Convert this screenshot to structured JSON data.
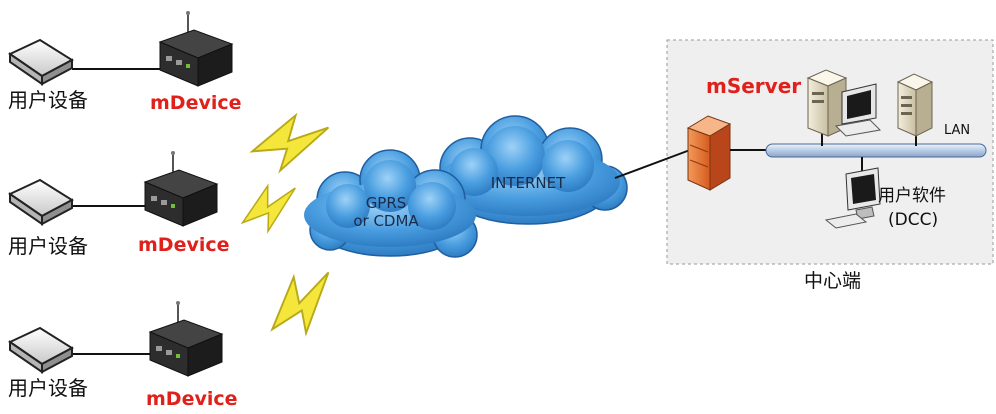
{
  "devices": [
    {
      "user_label": "用户设备",
      "device_label": "mDevice"
    },
    {
      "user_label": "用户设备",
      "device_label": "mDevice"
    },
    {
      "user_label": "用户设备",
      "device_label": "mDevice"
    }
  ],
  "clouds": {
    "gprs_line1": "GPRS",
    "gprs_line2": "or CDMA",
    "internet": "INTERNET"
  },
  "center": {
    "server_label": "mServer",
    "lan_label": "LAN",
    "software_line1": "用户软件",
    "software_line2": "(DCC)",
    "title": "中心端"
  },
  "colors": {
    "accent_red": "#e0201b",
    "cloud_blue": "#4a9ee0",
    "lightning_yellow": "#f2e23c",
    "lan_bar": "#c7d6ea",
    "center_box_bg": "#efefef"
  }
}
